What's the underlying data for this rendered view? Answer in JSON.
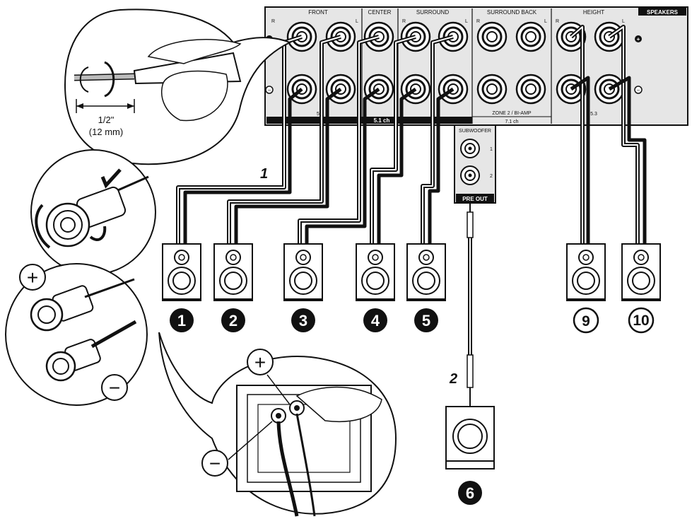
{
  "panel": {
    "groups": {
      "front": "FRONT",
      "center": "CENTER",
      "surround": "SURROUND",
      "surround_back": "SURROUND BACK",
      "height": "HEIGHT",
      "speakers": "SPEAKERS"
    },
    "channel_r": "R",
    "channel_l": "L",
    "label_51": "5.1 ch",
    "zone2": "ZONE 2 / BI-AMP",
    "label_71": "7.1 ch",
    "bottom_left": "5",
    "bottom_right": "5.3",
    "sub_title": "SUBWOOFER",
    "sub_1": "1",
    "sub_2": "2",
    "pre_out": "PRE OUT"
  },
  "plus_symbol": "+",
  "minus_symbol": "−",
  "strip_length": "1/2\"",
  "strip_length_mm": "(12 mm)",
  "steps": {
    "one": "1",
    "two": "2"
  },
  "speakers": [
    "1",
    "2",
    "3",
    "4",
    "5",
    "6",
    "9",
    "10"
  ]
}
